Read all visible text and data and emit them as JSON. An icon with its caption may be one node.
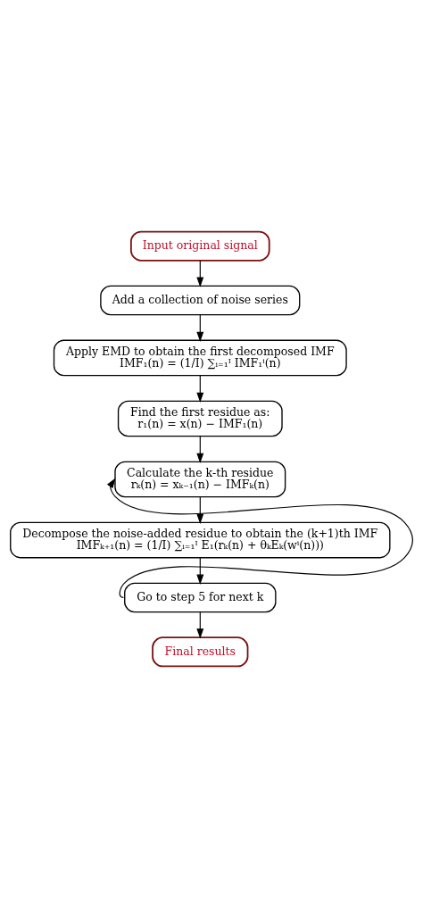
{
  "diagram": {
    "nodes": [
      {
        "text": [
          "Input original signal"
        ]
      },
      {
        "text": [
          "Add a collection of noise series"
        ]
      },
      {
        "text": [
          "Apply EMD to obtain the first decomposed IMF",
          "IMF₁(n) = (1/I) ∑ᵢ₌₁ᴵ IMF₁ⁱ(n)"
        ]
      },
      {
        "text": [
          "Find the first residue as:",
          "r₁(n) = x(n) − IMF₁(n)"
        ]
      },
      {
        "text": [
          "Calculate the k-th residue",
          "rₖ(n) = xₖ₋₁(n) − IMFₖ(n)"
        ]
      },
      {
        "text": [
          "Decompose the noise-added residue to obtain the (k+1)th IMF",
          "IMFₖ₊₁(n) = (1/I) ∑ᵢ₌₁ᴵ E₁(rₖ(n) + θₖEₖ(wⁱ(n)))"
        ]
      },
      {
        "text": [
          "Go to step 5 for next k"
        ]
      },
      {
        "text": [
          "Final results"
        ]
      }
    ],
    "edges": [
      {
        "from": 0,
        "to": 1,
        "arrow": "to"
      },
      {
        "from": 1,
        "to": 2,
        "arrow": "to"
      },
      {
        "from": 2,
        "to": 3,
        "arrow": "to"
      },
      {
        "from": 3,
        "to": 4,
        "arrow": "to"
      },
      {
        "from": 4,
        "to": 5,
        "arrow": "to"
      },
      {
        "from": 5,
        "to": 6,
        "arrow": "to"
      },
      {
        "from": 6,
        "to": 7,
        "arrow": "to"
      },
      {
        "from": 6,
        "to": 4,
        "arrow": "to"
      }
    ]
  }
}
